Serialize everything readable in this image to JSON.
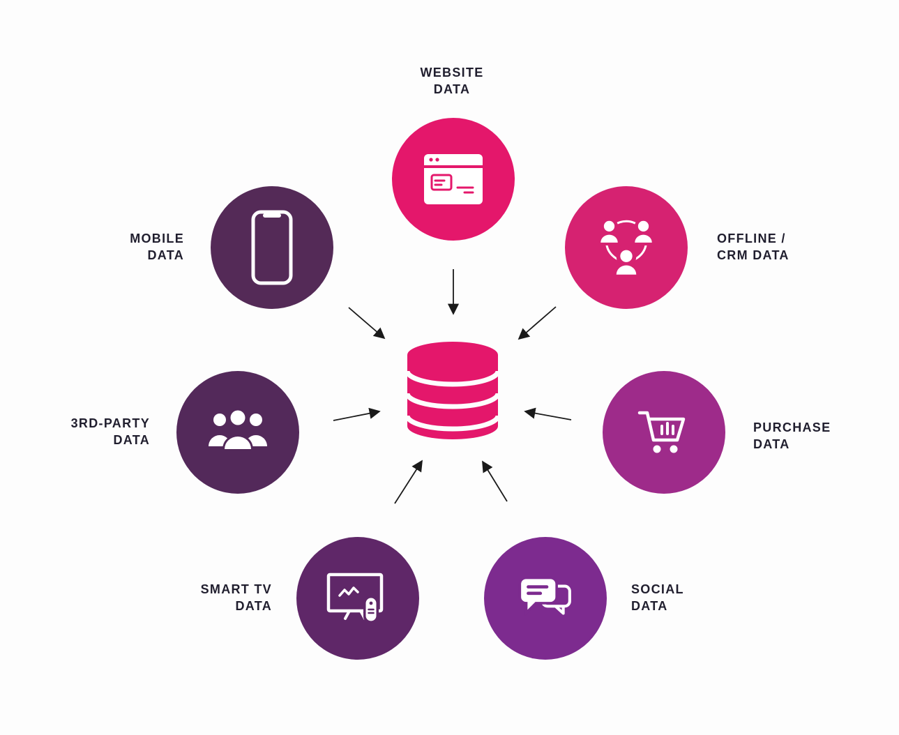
{
  "diagram": {
    "description": "Seven data sources feeding a central database",
    "colors": {
      "background": "#fdfdfd",
      "text": "#201e2e",
      "arrow": "#1a1a1a",
      "database": "#e4176b"
    },
    "center": {
      "name": "database"
    },
    "nodes": {
      "website": {
        "label": "WEBSITE\nDATA",
        "color": "#e4176b"
      },
      "mobile": {
        "label": "MOBILE\nDATA",
        "color": "#542a57"
      },
      "crm": {
        "label": "OFFLINE /\nCRM DATA",
        "color": "#d62271"
      },
      "third_party": {
        "label": "3RD-PARTY\nDATA",
        "color": "#53295a"
      },
      "purchase": {
        "label": "PURCHASE\nDATA",
        "color": "#9e2b8a"
      },
      "smart_tv": {
        "label": "SMART TV\nDATA",
        "color": "#5f2768"
      },
      "social": {
        "label": "SOCIAL\nDATA",
        "color": "#7d2b8f"
      }
    }
  }
}
